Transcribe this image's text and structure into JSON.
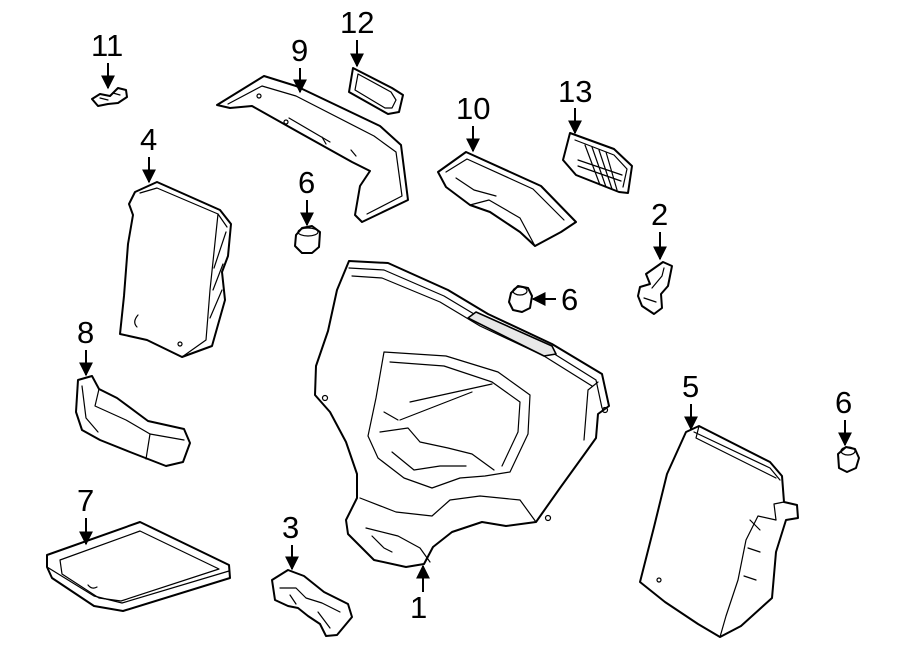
{
  "diagram": {
    "callouts": [
      {
        "id": "c1",
        "label": "1"
      },
      {
        "id": "c2",
        "label": "2"
      },
      {
        "id": "c3",
        "label": "3"
      },
      {
        "id": "c4",
        "label": "4"
      },
      {
        "id": "c5",
        "label": "5"
      },
      {
        "id": "c6a",
        "label": "6"
      },
      {
        "id": "c6b",
        "label": "6"
      },
      {
        "id": "c6c",
        "label": "6"
      },
      {
        "id": "c7",
        "label": "7"
      },
      {
        "id": "c8",
        "label": "8"
      },
      {
        "id": "c9",
        "label": "9"
      },
      {
        "id": "c10",
        "label": "10"
      },
      {
        "id": "c11",
        "label": "11"
      },
      {
        "id": "c12",
        "label": "12"
      },
      {
        "id": "c13",
        "label": "13"
      }
    ]
  }
}
